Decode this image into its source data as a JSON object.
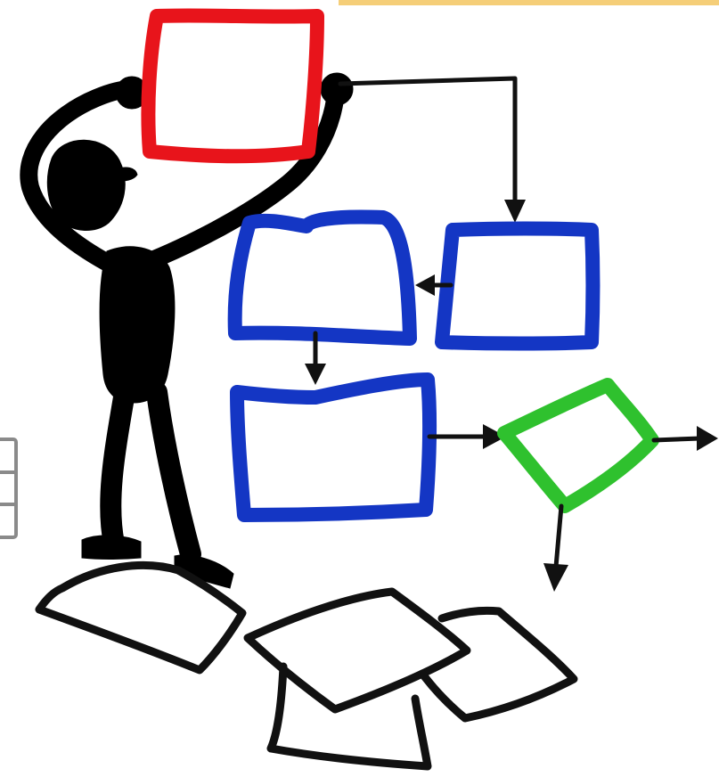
{
  "colors": {
    "background": "#ffffff",
    "figure": "#000000",
    "start_box": "#e8141b",
    "process_box": "#1436c4",
    "decision": "#2fc12e",
    "arrow": "#111111",
    "paper": "#111111",
    "top_strip": "#f3c660",
    "left_widget": "#8a8a8a"
  },
  "icons": {
    "figure": "stick-figure-icon",
    "arrowhead": "arrowhead-icon"
  },
  "diagram": {
    "kind": "flowchart illustration",
    "nodes": [
      {
        "id": "start",
        "shape": "rectangle",
        "color": "red",
        "label": ""
      },
      {
        "id": "process-right",
        "shape": "rectangle",
        "color": "blue",
        "label": ""
      },
      {
        "id": "process-left",
        "shape": "rectangle",
        "color": "blue",
        "label": ""
      },
      {
        "id": "process-bottom",
        "shape": "rectangle",
        "color": "blue",
        "label": ""
      },
      {
        "id": "decision",
        "shape": "diamond",
        "color": "green",
        "label": ""
      }
    ],
    "edges": [
      {
        "from": "start",
        "to": "process-right"
      },
      {
        "from": "process-right",
        "to": "process-left"
      },
      {
        "from": "process-left",
        "to": "process-bottom"
      },
      {
        "from": "process-bottom",
        "to": "decision"
      },
      {
        "from": "decision",
        "to": "exit-right"
      },
      {
        "from": "decision",
        "to": "exit-down"
      }
    ]
  }
}
